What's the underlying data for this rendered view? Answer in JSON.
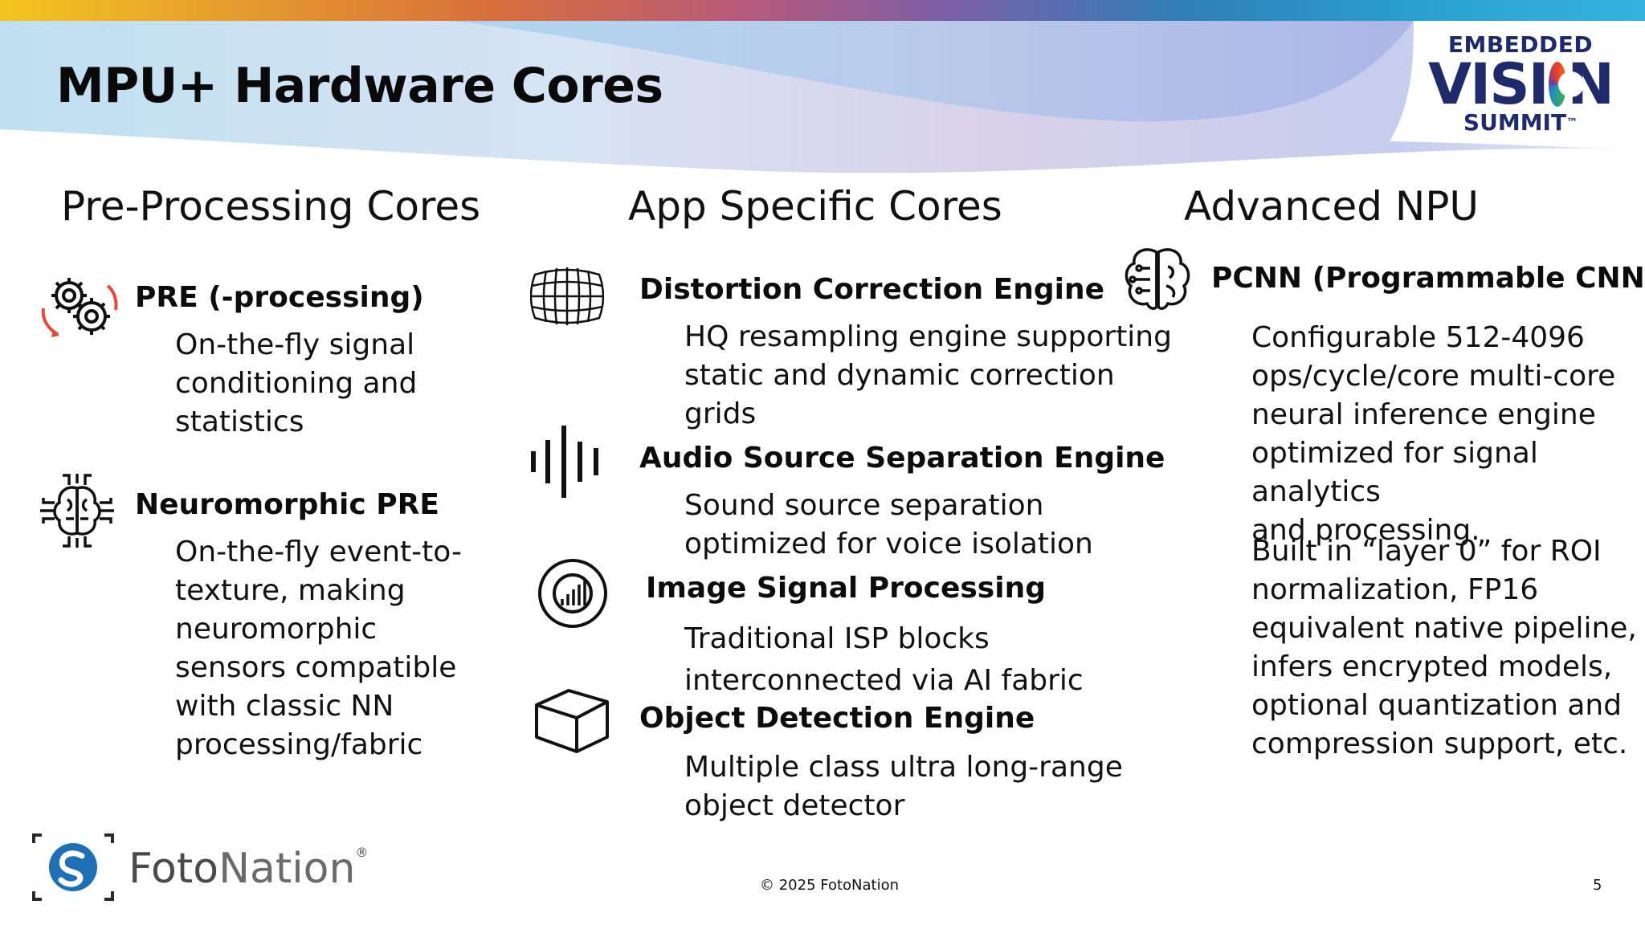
{
  "slide": {
    "title": "MPU+ Hardware Cores",
    "logo": {
      "line1": "EMBEDDED",
      "line2_a": "VISI",
      "line2_b": "N",
      "line3": "SUMMIT",
      "mark": "™"
    },
    "columns": [
      {
        "heading": "Pre-Processing Cores",
        "items": [
          {
            "icon": "gears-icon",
            "title": "PRE (-processing)",
            "desc": [
              "On-the-fly signal",
              "conditioning and",
              "statistics"
            ]
          },
          {
            "icon": "brain-circuit-icon",
            "title": "Neuromorphic PRE",
            "desc": [
              "On-the-fly event-to-",
              "texture, making",
              "neuromorphic",
              "sensors compatible",
              "with classic NN",
              "processing/fabric"
            ]
          }
        ]
      },
      {
        "heading": "App Specific Cores",
        "items": [
          {
            "icon": "distortion-grid-icon",
            "title": "Distortion Correction Engine",
            "desc": [
              "HQ resampling engine  supporting",
              "static and dynamic correction",
              "grids"
            ]
          },
          {
            "icon": "audio-waveform-icon",
            "title": "Audio Source Separation Engine",
            "desc": [
              "Sound source separation",
              "optimized for voice isolation"
            ]
          },
          {
            "icon": "image-signal-icon",
            "title": "Image Signal Processing",
            "desc": [
              "Traditional ISP blocks",
              "interconnected via AI fabric"
            ]
          },
          {
            "icon": "cube-icon",
            "title": "Object Detection Engine",
            "desc": [
              "Multiple class ultra long-range",
              "object detector"
            ]
          }
        ]
      },
      {
        "heading": "Advanced NPU",
        "items": [
          {
            "icon": "brain-icon",
            "title": "PCNN (Programmable CNN)",
            "desc": [
              "Configurable 512-4096",
              "ops/cycle/core multi-core",
              "neural inference engine",
              "optimized for signal analytics",
              "and processing."
            ],
            "desc2": [
              "Built in “layer 0” for ROI",
              "normalization, FP16",
              "equivalent native pipeline,",
              "infers encrypted models,",
              "optional quantization and",
              "compression support, etc."
            ]
          }
        ]
      }
    ],
    "footer": {
      "brand_a": "Foto",
      "brand_b": "Nation",
      "brand_mark": "®",
      "copyright": "© 2025 FotoNation",
      "page": "5"
    }
  }
}
